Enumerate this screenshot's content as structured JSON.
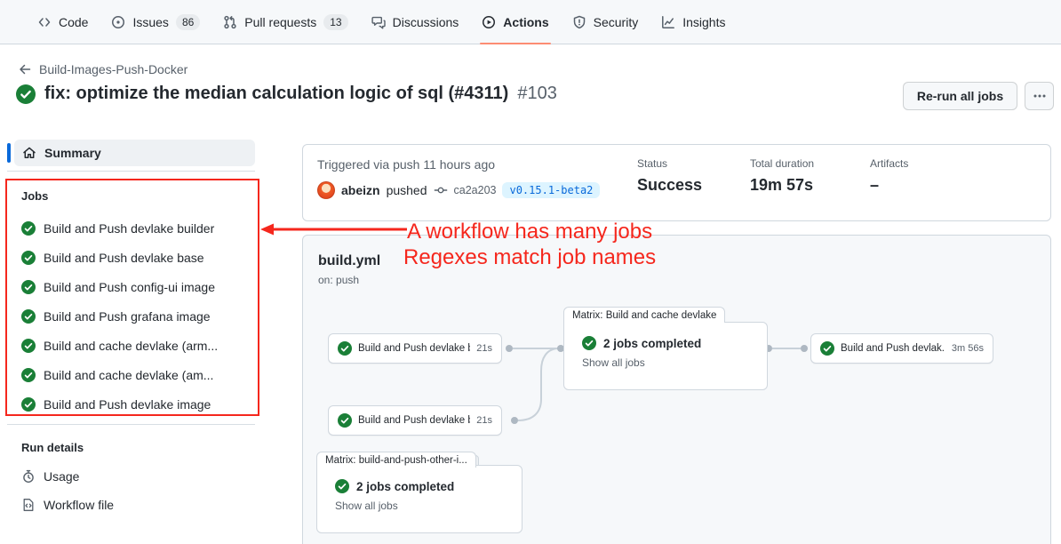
{
  "colors": {
    "success_green": "#1a7f37",
    "annotation_red": "#f5271d",
    "accent_blue": "#0969da",
    "tag_badge_bg": "#ddf4ff",
    "actions_tab_underline": "#fd8c73"
  },
  "nav": {
    "items": [
      {
        "label": "Code"
      },
      {
        "label": "Issues",
        "count": "86"
      },
      {
        "label": "Pull requests",
        "count": "13"
      },
      {
        "label": "Discussions"
      },
      {
        "label": "Actions",
        "active": true
      },
      {
        "label": "Security"
      },
      {
        "label": "Insights"
      }
    ]
  },
  "header": {
    "breadcrumb": "Build-Images-Push-Docker",
    "title": "fix: optimize the median calculation logic of sql (#4311)",
    "run_number": "#103",
    "rerun_button": "Re-run all jobs"
  },
  "sidebar": {
    "summary": "Summary",
    "jobs_label": "Jobs",
    "jobs": [
      "Build and Push devlake builder",
      "Build and Push devlake base",
      "Build and Push config-ui image",
      "Build and Push grafana image",
      "Build and cache devlake (arm...",
      "Build and cache devlake (am...",
      "Build and Push devlake image"
    ],
    "run_details_label": "Run details",
    "usage": "Usage",
    "workflow_file": "Workflow file"
  },
  "run_info": {
    "triggered": "Triggered via push 11 hours ago",
    "actor": "abeizn",
    "verb": "pushed",
    "commit": "ca2a203",
    "tag": "v0.15.1-beta2",
    "status_label": "Status",
    "status_value": "Success",
    "duration_label": "Total duration",
    "duration_value": "19m 57s",
    "artifacts_label": "Artifacts",
    "artifacts_value": "–"
  },
  "workflow": {
    "file": "build.yml",
    "trigger": "on: push",
    "node_base": {
      "label": "Build and Push devlake ba...",
      "duration": "21s"
    },
    "node_builder": {
      "label": "Build and Push devlake bu...",
      "duration": "21s"
    },
    "node_image": {
      "label": "Build and Push devlak...",
      "duration": "3m 56s"
    },
    "matrix_cache": {
      "tab": "Matrix: Build and cache devlake",
      "summary": "2 jobs completed",
      "link": "Show all jobs"
    },
    "matrix_other": {
      "tab": "Matrix: build-and-push-other-i...",
      "summary": "2 jobs completed",
      "link": "Show all jobs"
    }
  },
  "annotation": {
    "line1": "A workflow has many jobs",
    "line2": "Regexes match job names"
  }
}
